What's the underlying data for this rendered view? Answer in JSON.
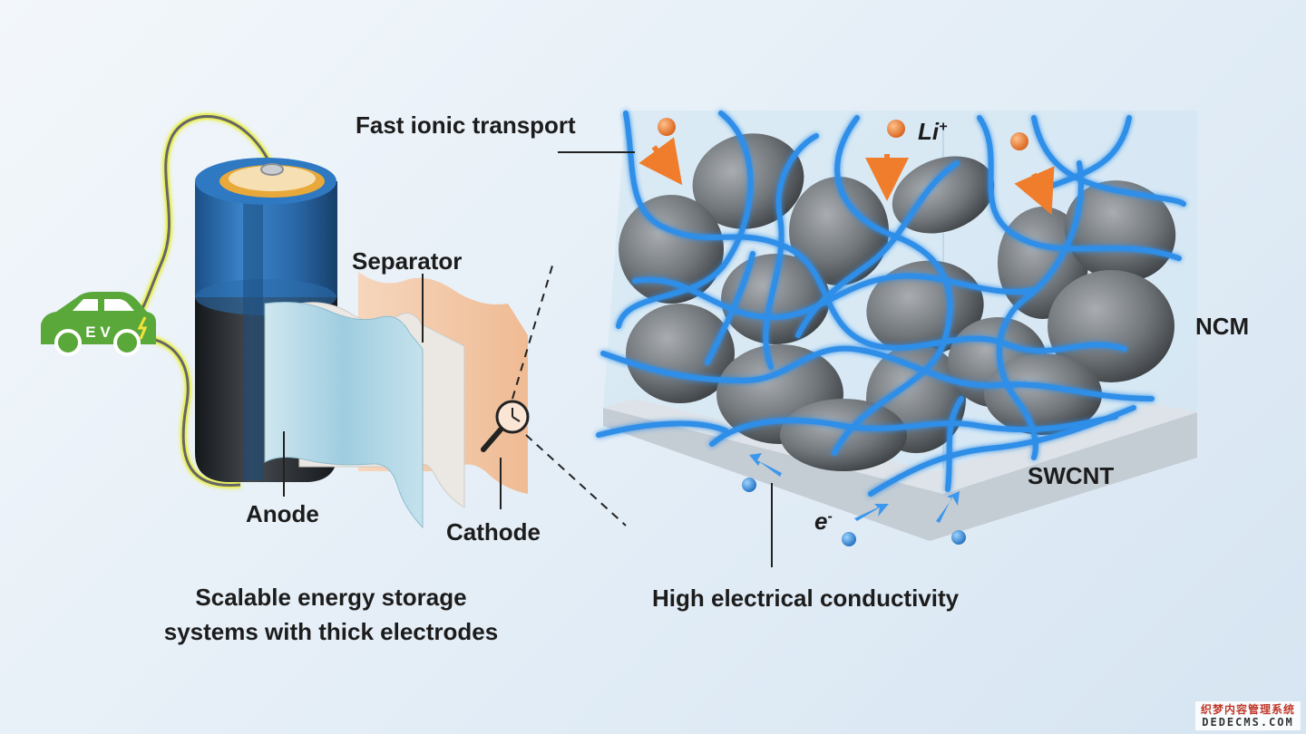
{
  "car_badge": "E V",
  "labels": {
    "separator": "Separator",
    "anode": "Anode",
    "cathode": "Cathode",
    "fast_ionic": "Fast ionic transport",
    "li_base": "Li",
    "li_sup": "+",
    "ncm": "NCM",
    "swcnt": "SWCNT",
    "e_base": "e",
    "e_sup": "-",
    "high_conductivity": "High electrical conductivity"
  },
  "caption": {
    "line1": "Scalable energy storage",
    "line2": "systems with thick electrodes"
  },
  "watermark": {
    "line1": "织梦内容管理系统",
    "line2": "DEDECMS.COM"
  },
  "colors": {
    "car": "#5aa83a",
    "cell_blue": "#2d6fb3",
    "cell_dark": "#2e3236",
    "cap_gold": "#e8a93a",
    "anode": "#a9d3e3",
    "separator": "#e9e6e0",
    "cathode": "#f3c7a6",
    "ion": "#ef7d2c",
    "electron": "#2f86d8",
    "nanotube": "#2d8ee8",
    "particle": "#6f7478"
  }
}
